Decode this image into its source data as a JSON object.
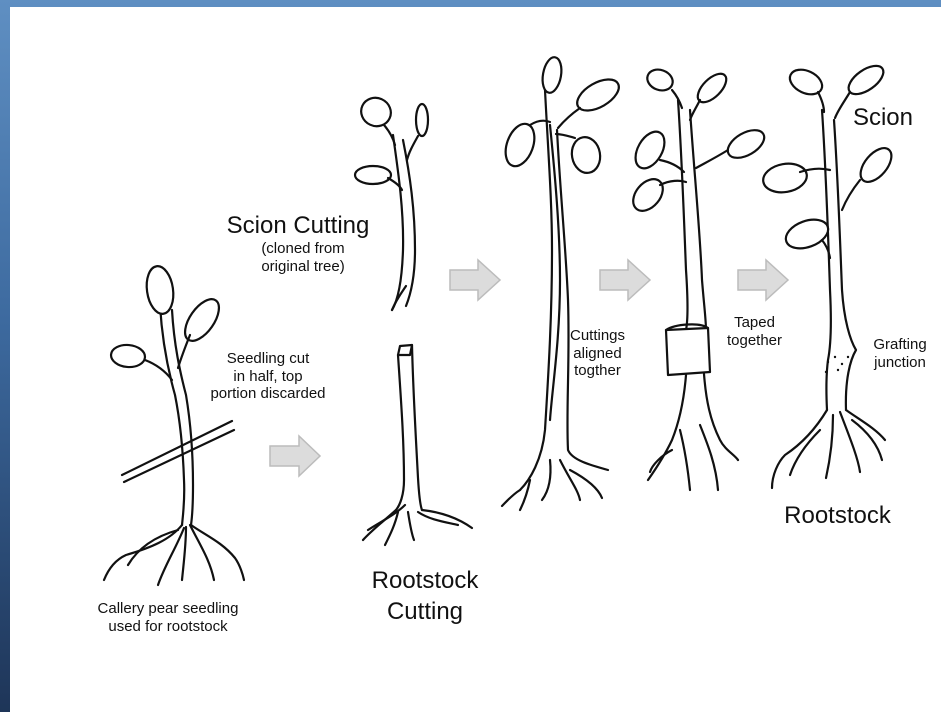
{
  "labels": {
    "seedling_caption_1": "Callery pear seedling",
    "seedling_caption_2": "used for rootstock",
    "seedling_cut_1": "Seedling cut",
    "seedling_cut_2": "in half, top",
    "seedling_cut_3": "portion discarded",
    "scion_cutting": "Scion Cutting",
    "scion_cloned_1": "(cloned from",
    "scion_cloned_2": "original tree)",
    "rootstock_cutting_1": "Rootstock",
    "rootstock_cutting_2": "Cutting",
    "aligned_1": "Cuttings",
    "aligned_2": "aligned",
    "aligned_3": "togther",
    "taped_1": "Taped",
    "taped_2": "together",
    "scion": "Scion",
    "grafting_1": "Grafting",
    "grafting_2": "junction",
    "rootstock": "Rootstock"
  },
  "colors": {
    "frame_top": "#5f8fc2",
    "frame_bottom": "#1e3558",
    "arrow_fill": "#dcdcdc",
    "ink": "#111111"
  }
}
